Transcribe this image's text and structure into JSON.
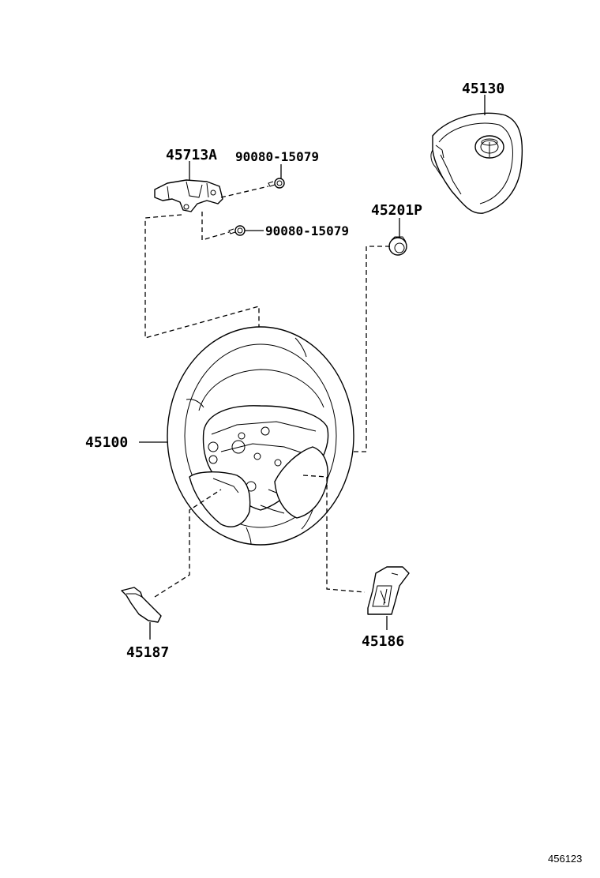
{
  "labels": {
    "airbag": "45130",
    "bracket": "45713A",
    "screw_top": "90080-15079",
    "screw_mid": "90080-15079",
    "cap": "45201P",
    "wheel": "45100",
    "lower_cover_left": "45187",
    "lower_cover_right": "45186"
  },
  "figure_number": "456123"
}
